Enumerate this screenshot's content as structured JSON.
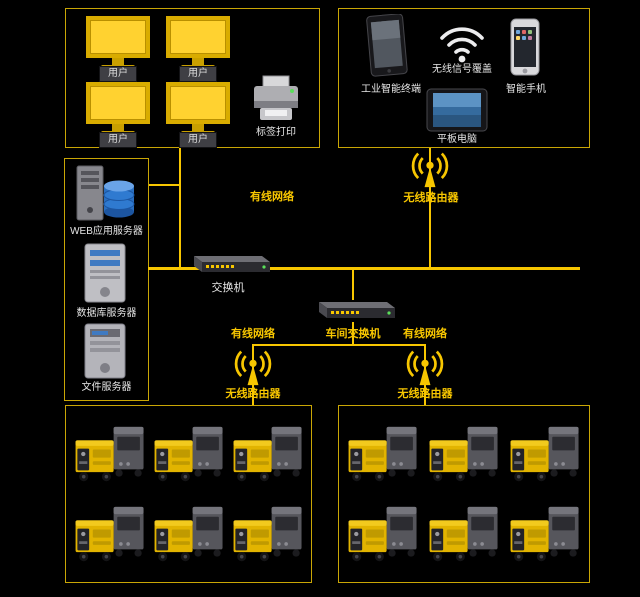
{
  "colors": {
    "accent": "#f7c600",
    "background": "#000000",
    "text": "#e6e6e6"
  },
  "office_zone": {
    "user_labels": [
      "用户",
      "用户",
      "用户",
      "用户"
    ],
    "printer_label": "标签打印"
  },
  "mobile_zone": {
    "industrial_terminal_label": "工业智能终端",
    "wireless_coverage_label": "无线信号覆盖",
    "smartphone_label": "智能手机",
    "tablet_label": "平板电脑"
  },
  "server_zone": {
    "web_server_label": "WEB应用服务器",
    "database_server_label": "数据库服务器",
    "file_server_label": "文件服务器"
  },
  "network": {
    "wired_top_label": "有线网络",
    "wireless_router_top_label": "无线路由器",
    "main_switch_label": "交换机",
    "workshop_switch_label": "车间交换机",
    "wired_left_label": "有线网络",
    "wired_right_label": "有线网络",
    "wireless_router_left_label": "无线路由器",
    "wireless_router_right_label": "无线路由器"
  }
}
